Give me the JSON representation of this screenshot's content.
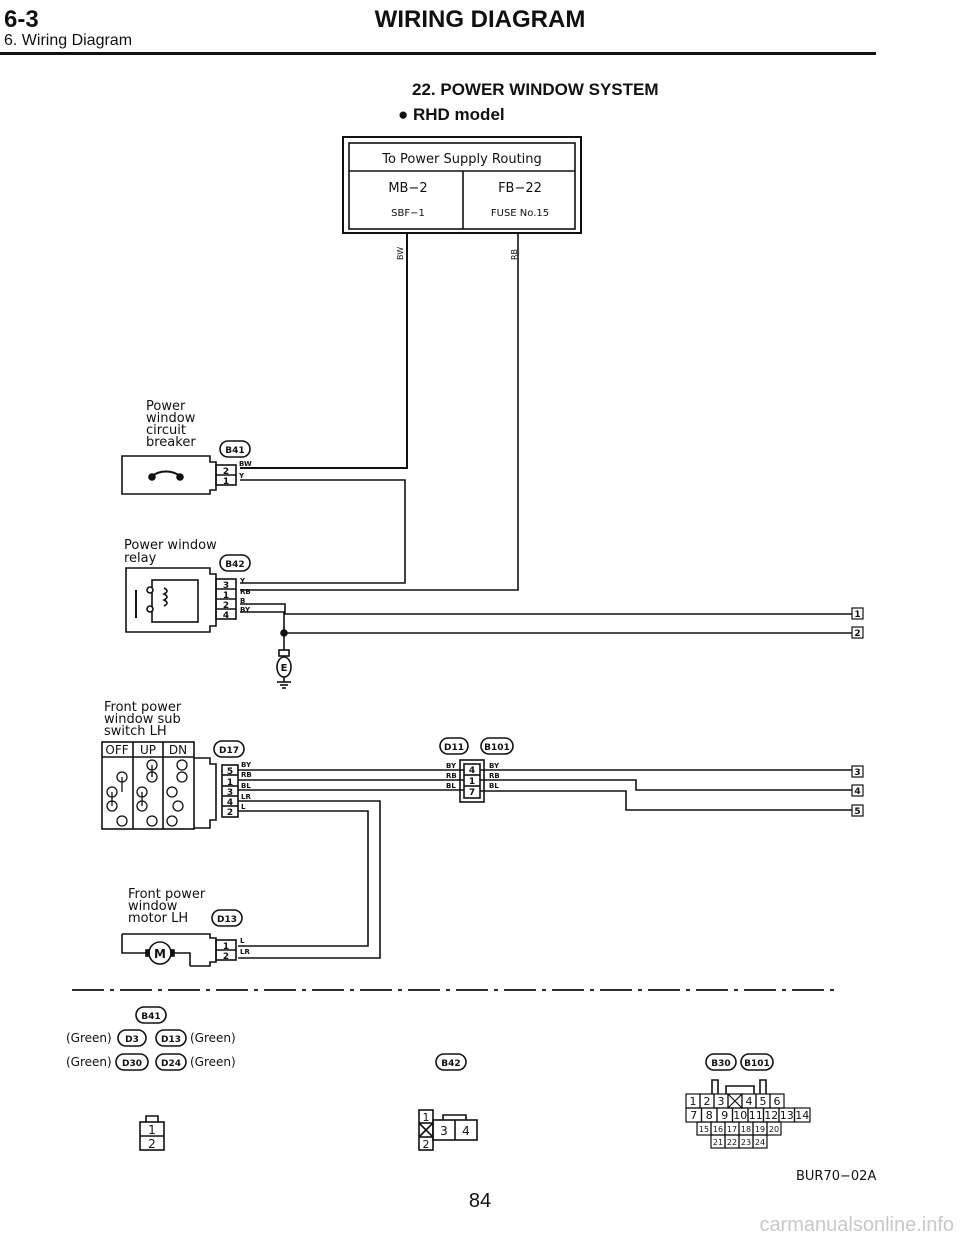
{
  "header": {
    "section_number": "6-3",
    "title": "WIRING DIAGRAM",
    "subtitle": "6. Wiring Diagram"
  },
  "section": {
    "title": "22. POWER WINDOW SYSTEM",
    "model": "RHD model"
  },
  "supply_box": {
    "title": "To Power Supply Routing",
    "left_top": "MB−2",
    "left_bottom": "SBF−1",
    "right_top": "FB−22",
    "right_bottom": "FUSE No.15"
  },
  "wires": {
    "bw": "BW",
    "rb": "RB"
  },
  "components": {
    "breaker": {
      "label": [
        "Power",
        "window",
        "circuit",
        "breaker"
      ],
      "connector": "B41",
      "pins": [
        "2",
        "1"
      ],
      "wires": [
        "BW",
        "Y"
      ]
    },
    "relay": {
      "label": [
        "Power window",
        "relay"
      ],
      "connector": "B42",
      "pins": [
        "3",
        "1",
        "2",
        "4"
      ],
      "wires": [
        "Y",
        "RB",
        "B",
        "BY"
      ]
    },
    "ground": "E",
    "subswitch": {
      "label": [
        "Front power",
        "window sub",
        "switch LH"
      ],
      "connector": "D17",
      "headers": [
        "OFF",
        "UP",
        "DN"
      ],
      "pins": [
        "5",
        "1",
        "3",
        "4",
        "2"
      ],
      "wires": [
        "BY",
        "RB",
        "BL",
        "LR",
        "L"
      ]
    },
    "junction": {
      "connectors": [
        "D11",
        "B101"
      ],
      "pins": [
        "4",
        "1",
        "7"
      ],
      "left_wires": [
        "BY",
        "RB",
        "BL"
      ],
      "right_wires": [
        "BY",
        "RB",
        "BL"
      ]
    },
    "motor": {
      "label": [
        "Front power",
        "window",
        "motor LH"
      ],
      "connector": "D13",
      "pins": [
        "1",
        "2"
      ],
      "wires": [
        "L",
        "LR"
      ]
    }
  },
  "terminals": [
    "1",
    "2",
    "3",
    "4",
    "5"
  ],
  "legend": {
    "b41": "B41",
    "row1": {
      "left": "(Green)",
      "c1": "D3",
      "c2": "D13",
      "right": "(Green)"
    },
    "row2": {
      "left": "(Green)",
      "c1": "D30",
      "c2": "D24",
      "right": "(Green)"
    },
    "b42": "B42",
    "b30": "B30",
    "b101": "B101",
    "two_pin": [
      "1",
      "2"
    ],
    "four_pin": [
      "1",
      "3",
      "4",
      "2"
    ],
    "big_row1": [
      "1",
      "2",
      "3",
      "4",
      "5",
      "6"
    ],
    "big_row2": [
      "7",
      "8",
      "9",
      "10",
      "11",
      "12",
      "13",
      "14"
    ],
    "big_row3": [
      "15",
      "16",
      "17",
      "18",
      "19",
      "20"
    ],
    "big_row4": [
      "21",
      "22",
      "23",
      "24"
    ]
  },
  "figure_code": "BUR70−02A",
  "page_number": "84",
  "footer": "carmanualsonline.info"
}
